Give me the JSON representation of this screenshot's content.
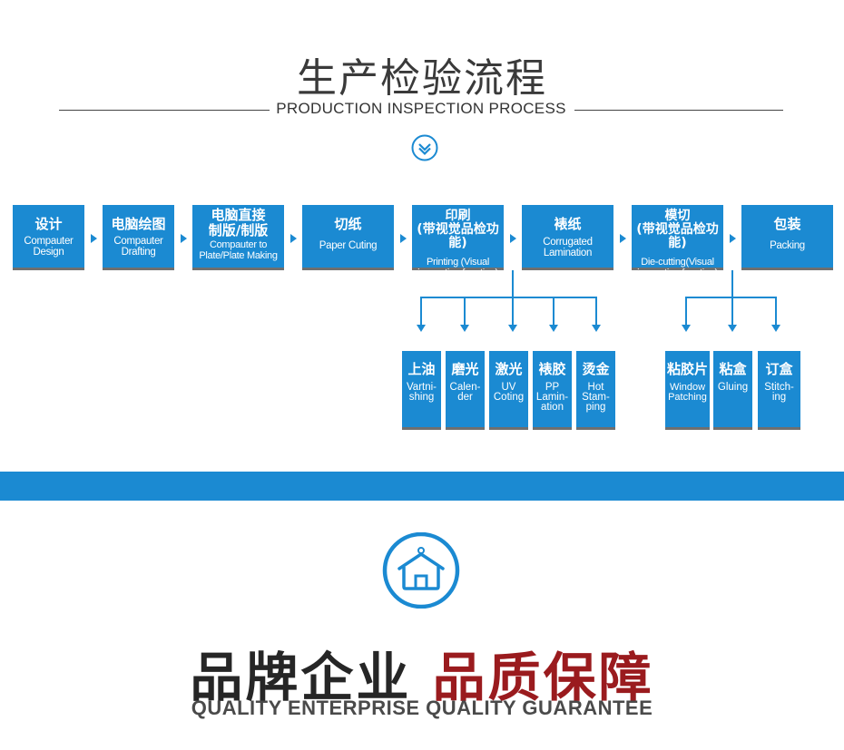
{
  "header": {
    "title": "生产检验流程",
    "subtitle": "PRODUCTION INSPECTION PROCESS"
  },
  "steps": [
    {
      "zh": "设计",
      "en": "Compauter\nDesign"
    },
    {
      "zh": "电脑绘图",
      "en": "Compauter\nDrafting"
    },
    {
      "zh": "电脑直接\n制版/制版",
      "en": "Compauter to\nPlate/Plate Making"
    },
    {
      "zh": "切纸",
      "en": "Paper Cuting"
    },
    {
      "zh": "印刷\n(带视觉品检功能)",
      "en": "Printing (Visual\ninspection function)"
    },
    {
      "zh": "裱纸",
      "en": "Corrugated\nLamination"
    },
    {
      "zh": "模切\n(带视觉品检功能)",
      "en": "Die-cutting(Visual\ninspection function)"
    },
    {
      "zh": "包装",
      "en": "Packing"
    }
  ],
  "print_substeps": [
    {
      "zh": "上油",
      "en": "Vartni-\nshing"
    },
    {
      "zh": "磨光",
      "en": "Calen-\nder"
    },
    {
      "zh": "激光",
      "en": "UV\nCoting"
    },
    {
      "zh": "裱胶",
      "en": "PP\nLamin-\nation"
    },
    {
      "zh": "烫金",
      "en": "Hot\nStam-\nping"
    }
  ],
  "diecut_substeps": [
    {
      "zh": "粘胶片",
      "en": "Window\nPatching"
    },
    {
      "zh": "粘盒",
      "en": "Gluing"
    },
    {
      "zh": "订盒",
      "en": "Stitch-\ning"
    }
  ],
  "brand": {
    "part1": "品牌企业",
    "part2": "品质保障",
    "en": "QUALITY ENTERPRISE QUALITY GUARANTEE"
  },
  "colors": {
    "accent": "#1b8ad2",
    "brand_red": "#9a1b1e",
    "dark": "#262626"
  }
}
